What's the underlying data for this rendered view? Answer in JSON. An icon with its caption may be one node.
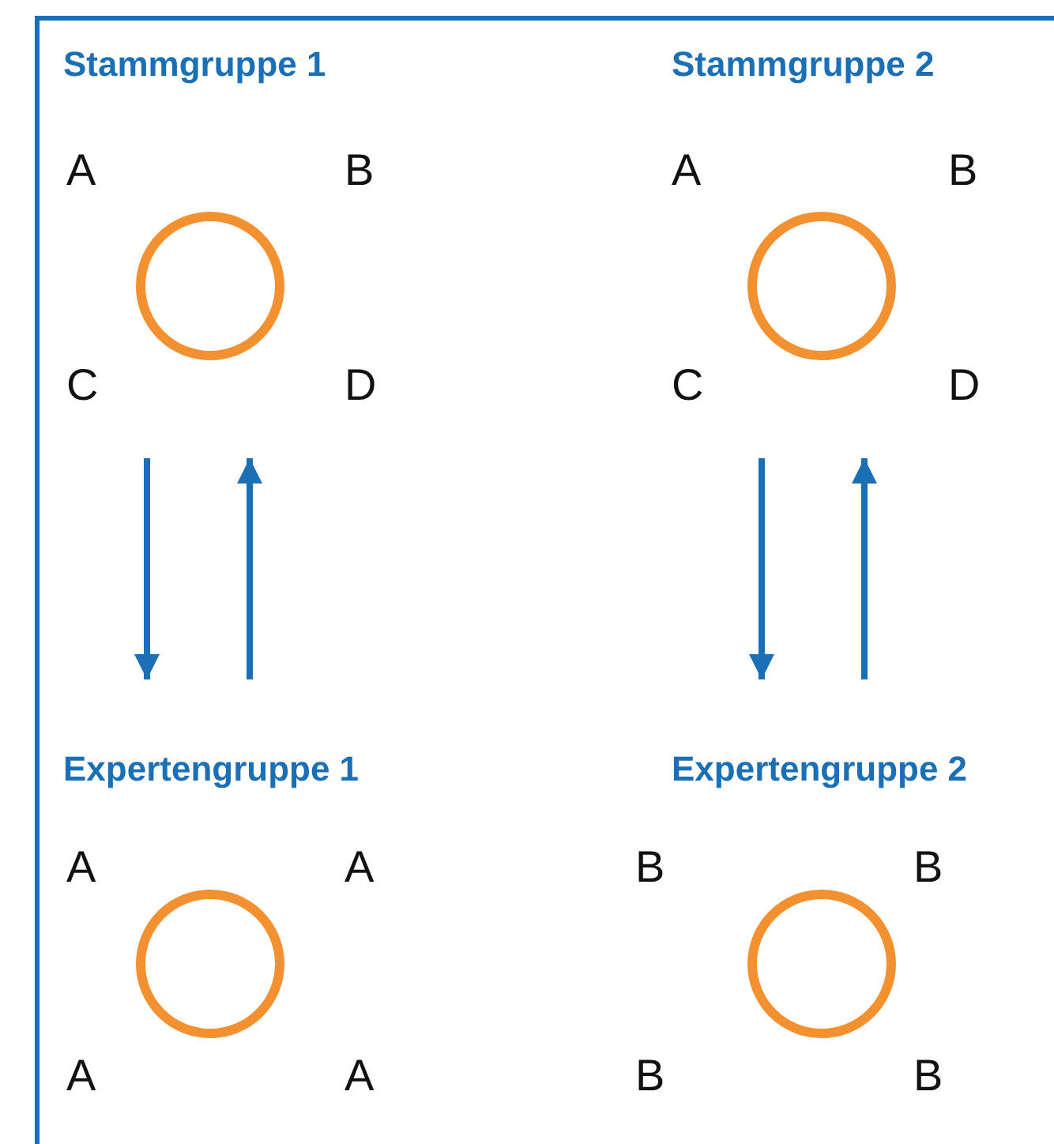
{
  "diagram": {
    "nodes": [
      {
        "text": [
          "Stammgruppe 1"
        ]
      },
      {
        "text": [],
        "shape": "circle",
        "in": 0,
        "beside": [
          "A",
          "B",
          "C",
          "D"
        ]
      },
      {
        "text": [
          "Stammgruppe 2"
        ]
      },
      {
        "text": [],
        "shape": "circle",
        "in": 2,
        "beside": [
          "A",
          "B",
          "C",
          "D"
        ]
      },
      {
        "text": [
          "Expertengruppe 1"
        ]
      },
      {
        "text": [],
        "shape": "circle",
        "in": 4,
        "beside": [
          "A",
          "A",
          "A",
          "A"
        ]
      },
      {
        "text": [
          "Expertengruppe 2"
        ]
      },
      {
        "text": [],
        "shape": "circle",
        "in": 6,
        "beside": [
          "B",
          "B",
          "B",
          "B"
        ]
      }
    ],
    "edges": [
      {
        "from": 0,
        "to": 4,
        "arrow": "to"
      },
      {
        "from": 4,
        "to": 0,
        "arrow": "to"
      },
      {
        "from": 2,
        "to": 6,
        "arrow": "to"
      },
      {
        "from": 6,
        "to": 2,
        "arrow": "to"
      }
    ]
  }
}
